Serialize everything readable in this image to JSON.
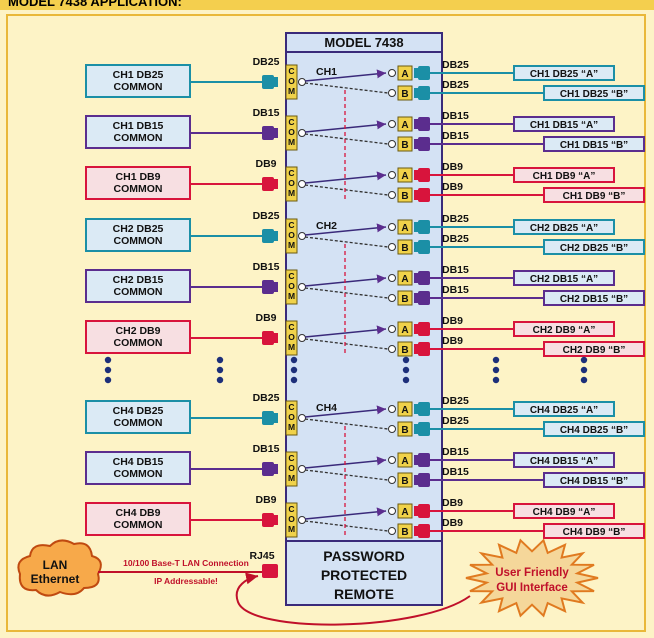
{
  "header": {
    "title": "MODEL 7438 APPLICATION:"
  },
  "device": {
    "title": "MODEL 7438",
    "channel_labels": [
      "CH1",
      "CH2",
      "CH4"
    ],
    "remote_text": [
      "PASSWORD",
      "PROTECTED",
      "REMOTE"
    ],
    "com_letters": [
      "C",
      "O",
      "M"
    ],
    "port_a": "A",
    "port_b": "B"
  },
  "colors": {
    "db25": "#1b8fa6",
    "db15": "#5b2d8e",
    "db9": "#d8143c",
    "device_fill": "#d4e2f4",
    "device_border": "#3a2a7a"
  },
  "groups": [
    {
      "channel": "CH1",
      "rows": [
        {
          "type": "db25",
          "left": [
            "CH1 DB25",
            "COMMON"
          ],
          "connector": "DB25",
          "a": "CH1 DB25 “A”",
          "b": "CH1 DB25 “B”"
        },
        {
          "type": "db15",
          "left": [
            "CH1 DB15",
            "COMMON"
          ],
          "connector": "DB15",
          "a": "CH1 DB15 “A”",
          "b": "CH1 DB15 “B”"
        },
        {
          "type": "db9",
          "left": [
            "CH1 DB9",
            "COMMON"
          ],
          "connector": "DB9",
          "a": "CH1 DB9 “A”",
          "b": "CH1 DB9 “B”"
        }
      ]
    },
    {
      "channel": "CH2",
      "rows": [
        {
          "type": "db25",
          "left": [
            "CH2 DB25",
            "COMMON"
          ],
          "connector": "DB25",
          "a": "CH2 DB25 “A”",
          "b": "CH2 DB25 “B”"
        },
        {
          "type": "db15",
          "left": [
            "CH2 DB15",
            "COMMON"
          ],
          "connector": "DB15",
          "a": "CH2 DB15 “A”",
          "b": "CH2 DB15 “B”"
        },
        {
          "type": "db9",
          "left": [
            "CH2 DB9",
            "COMMON"
          ],
          "connector": "DB9",
          "a": "CH2 DB9 “A”",
          "b": "CH2 DB9 “B”"
        }
      ]
    },
    {
      "channel": "CH4",
      "rows": [
        {
          "type": "db25",
          "left": [
            "CH4 DB25",
            "COMMON"
          ],
          "connector": "DB25",
          "a": "CH4 DB25 “A”",
          "b": "CH4 DB25 “B”"
        },
        {
          "type": "db15",
          "left": [
            "CH4 DB15",
            "COMMON"
          ],
          "connector": "DB15",
          "a": "CH4 DB15 “A”",
          "b": "CH4 DB15 “B”"
        },
        {
          "type": "db9",
          "left": [
            "CH4 DB9",
            "COMMON"
          ],
          "connector": "DB9",
          "a": "CH4 DB9 “A”",
          "b": "CH4 DB9 “B”"
        }
      ]
    }
  ],
  "lan": {
    "cloud": [
      "LAN",
      "Ethernet"
    ],
    "connection": "10/100 Base-T LAN Connection",
    "ip": "IP Addressable!",
    "port": "RJ45",
    "starburst": [
      "User Friendly",
      "GUI Interface"
    ]
  }
}
